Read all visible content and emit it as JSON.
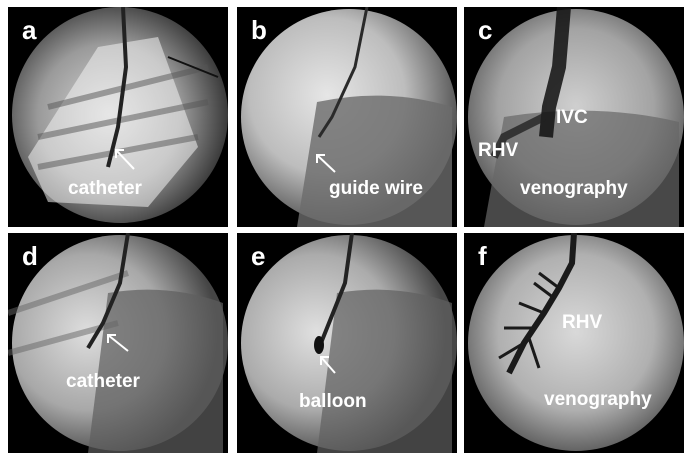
{
  "panels": [
    {
      "id": "a",
      "letter": "a",
      "labels": [
        "catheter"
      ]
    },
    {
      "id": "b",
      "letter": "b",
      "labels": [
        "guide wire"
      ]
    },
    {
      "id": "c",
      "letter": "c",
      "labels": [
        "IVC",
        "RHV",
        "venography"
      ]
    },
    {
      "id": "d",
      "letter": "d",
      "labels": [
        "catheter"
      ]
    },
    {
      "id": "e",
      "letter": "e",
      "labels": [
        "balloon"
      ]
    },
    {
      "id": "f",
      "letter": "f",
      "labels": [
        "RHV",
        "venography"
      ]
    }
  ],
  "colors": {
    "background": "#000000",
    "text": "#ffffff",
    "arrow": "#ffffff"
  }
}
